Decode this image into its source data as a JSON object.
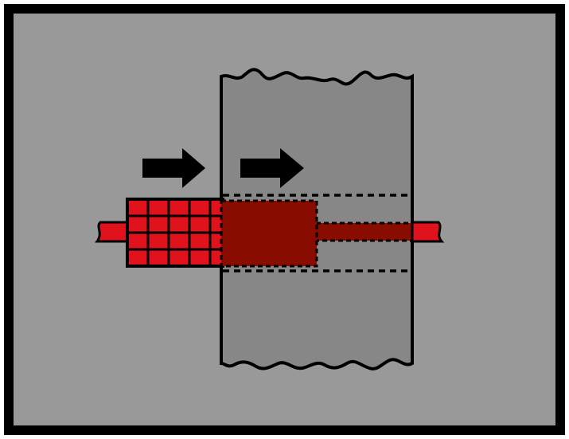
{
  "colors": {
    "frame": "#000000",
    "background": "#999999",
    "wall": "#878787",
    "pipe": "#e0131c",
    "pipe_inside_wall": "#880c00",
    "arrow": "#000000"
  },
  "icons": {
    "arrow_outside": "arrow-right-icon",
    "arrow_inside": "arrow-right-icon"
  },
  "parts": {
    "wall": "wall-cross-section",
    "mesh_sleeve": "grid-sleeve",
    "pipe": "pipe",
    "bore": "dashed-bore-outline"
  }
}
